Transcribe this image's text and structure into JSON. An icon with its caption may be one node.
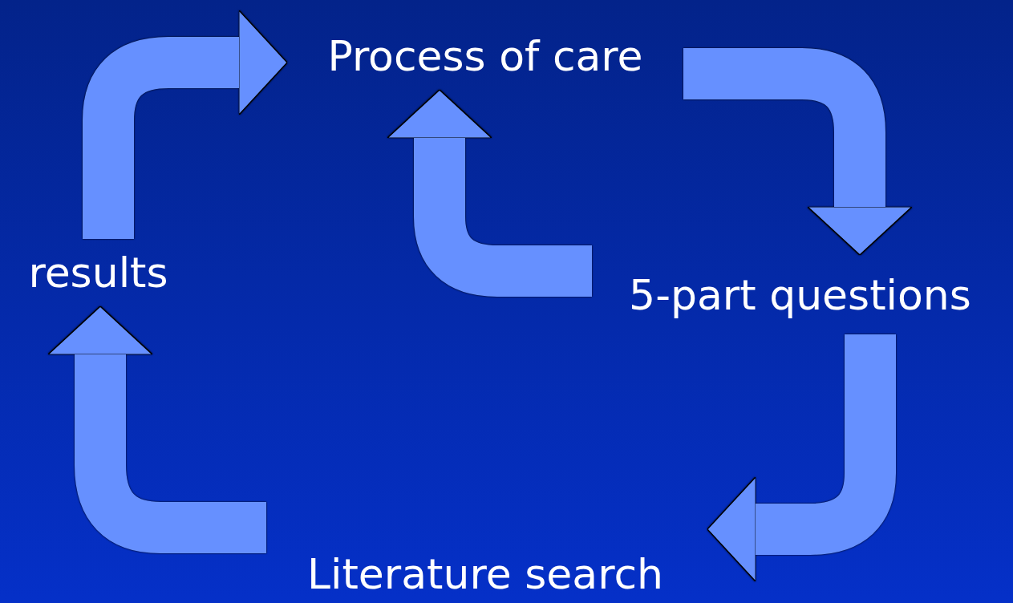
{
  "diagram": {
    "nodes": [
      {
        "text": [
          "Process of care"
        ]
      },
      {
        "text": [
          "5-part questions"
        ]
      },
      {
        "text": [
          "Literature search"
        ]
      },
      {
        "text": [
          "results"
        ]
      }
    ],
    "edges": [
      {
        "from": 0,
        "to": 1,
        "arrow": "to"
      },
      {
        "from": 1,
        "to": 2,
        "arrow": "to"
      },
      {
        "from": 2,
        "to": 3,
        "arrow": "to"
      },
      {
        "from": 3,
        "to": 0,
        "arrow": "to"
      },
      {
        "from": 1,
        "to": 0,
        "arrow": "to"
      }
    ]
  }
}
